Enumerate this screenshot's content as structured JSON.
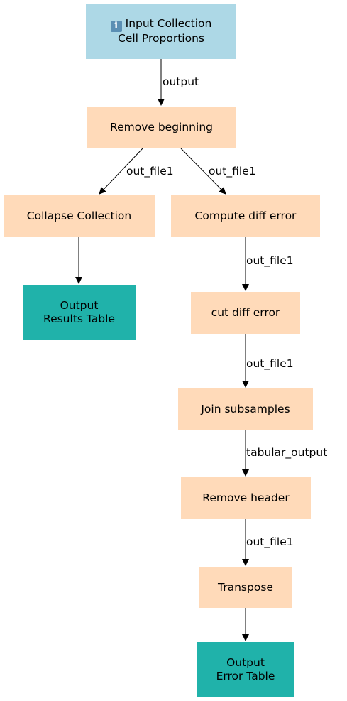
{
  "colors": {
    "input": "#add8e6",
    "tool": "#ffdab9",
    "output": "#20b2aa",
    "edge": "#000000"
  },
  "nodes": {
    "input": {
      "icon": "info-icon",
      "line1": "Input Collection",
      "line2": "Cell Proportions"
    },
    "remove_beginning": {
      "label": "Remove beginning"
    },
    "collapse_collection": {
      "label": "Collapse Collection"
    },
    "output_results": {
      "line1": "Output",
      "line2": "Results Table"
    },
    "compute_diff_error": {
      "label": "Compute diff error"
    },
    "cut_diff_error": {
      "label": "cut diff error"
    },
    "join_subsamples": {
      "label": "Join subsamples"
    },
    "remove_header": {
      "label": "Remove header"
    },
    "transpose": {
      "label": "Transpose"
    },
    "output_error": {
      "line1": "Output",
      "line2": "Error Table"
    }
  },
  "edges": {
    "input_to_remove_beginning": "output",
    "remove_beginning_to_collapse": "out_file1",
    "remove_beginning_to_compute": "out_file1",
    "compute_to_cut": "out_file1",
    "cut_to_join": "out_file1",
    "join_to_remove_header": "tabular_output",
    "remove_header_to_transpose": "out_file1"
  }
}
